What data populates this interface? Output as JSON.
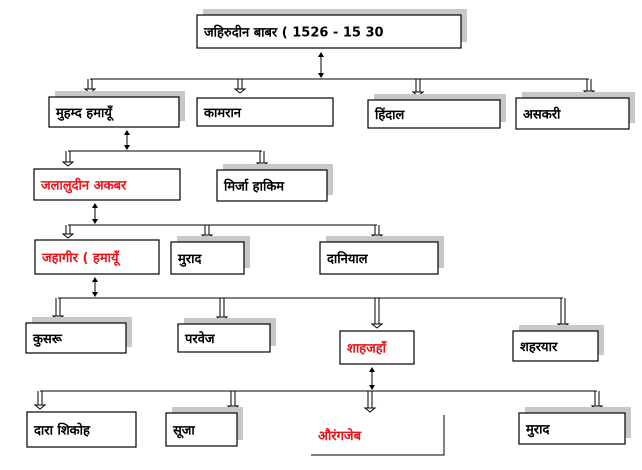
{
  "colors": {
    "highlight": "#e8141c",
    "normal": "#000000",
    "shadow": "#c8c8c8"
  },
  "nodes": {
    "babur": {
      "label": "जहिरुदीन बाबर ( 1526  - 15 30",
      "highlight": false
    },
    "humayun": {
      "label": "मुहम्द हमायूँ",
      "highlight": false
    },
    "kamran": {
      "label": "कामरान",
      "highlight": false
    },
    "hindal": {
      "label": "हिंदाल",
      "highlight": false
    },
    "askari": {
      "label": "असकरी",
      "highlight": false
    },
    "akbar": {
      "label": "जलालुदीन अकबर",
      "highlight": true
    },
    "mirza_hakim": {
      "label": "मिर्जा हाकिम",
      "highlight": false
    },
    "jahangir": {
      "label": "जहागीर ( हमायूँ",
      "highlight": true
    },
    "murad1": {
      "label": "मुराद",
      "highlight": false
    },
    "daniyal": {
      "label": "दानियाल",
      "highlight": false
    },
    "khusrau": {
      "label": "कुसरू",
      "highlight": false
    },
    "parvez": {
      "label": "परवेज",
      "highlight": false
    },
    "shahjahan": {
      "label": "शाहजहाँ",
      "highlight": true
    },
    "shahryar": {
      "label": "शहरयार",
      "highlight": false
    },
    "dara": {
      "label": "दारा शिकोह",
      "highlight": false
    },
    "shuja": {
      "label": "सूजा",
      "highlight": false
    },
    "aurangzeb": {
      "label": "औरंगजेब",
      "highlight": true
    },
    "murad2": {
      "label": "मुराद",
      "highlight": false
    }
  }
}
